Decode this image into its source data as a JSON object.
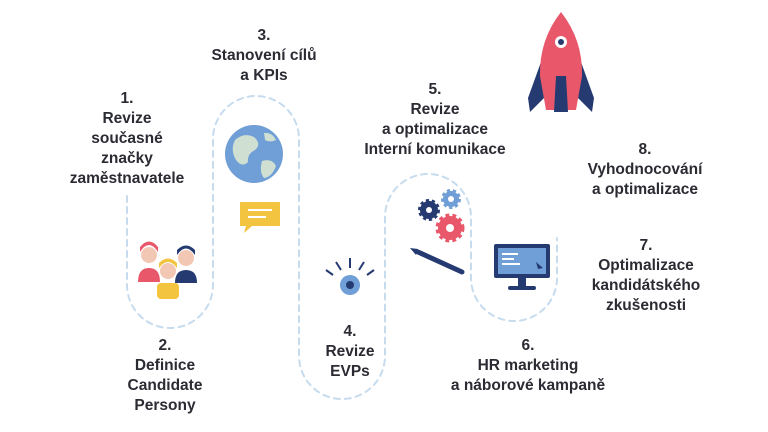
{
  "steps": [
    {
      "number": "1.",
      "lines": [
        "Revize",
        "současné",
        "značky",
        "zaměstnavatele"
      ]
    },
    {
      "number": "2.",
      "lines": [
        "Definice",
        "Candidate",
        "Persony"
      ]
    },
    {
      "number": "3.",
      "lines": [
        "Stanovení cílů",
        "a KPIs"
      ]
    },
    {
      "number": "4.",
      "lines": [
        "Revize",
        "EVPs"
      ]
    },
    {
      "number": "5.",
      "lines": [
        "Revize",
        "a optimalizace",
        "Interní komunikace"
      ]
    },
    {
      "number": "6.",
      "lines": [
        "HR marketing",
        "a náborové kampaně"
      ]
    },
    {
      "number": "7.",
      "lines": [
        "Optimalizace",
        "kandidátského",
        "zkušenosti"
      ]
    },
    {
      "number": "8.",
      "lines": [
        "Vyhodnocování",
        "a optimalizace"
      ]
    }
  ],
  "colors": {
    "text": "#2b2b33",
    "path": "#c6dcee",
    "navy": "#263a72",
    "red": "#e8586a",
    "blue": "#6f9fd6",
    "yellow": "#f3c43f",
    "globe_land": "#cfe0d2"
  },
  "icons": [
    "people-icon",
    "globe-icon",
    "chat-bubble-icon",
    "eye-icon",
    "gears-icon",
    "pen-icon",
    "monitor-icon",
    "rocket-icon"
  ]
}
